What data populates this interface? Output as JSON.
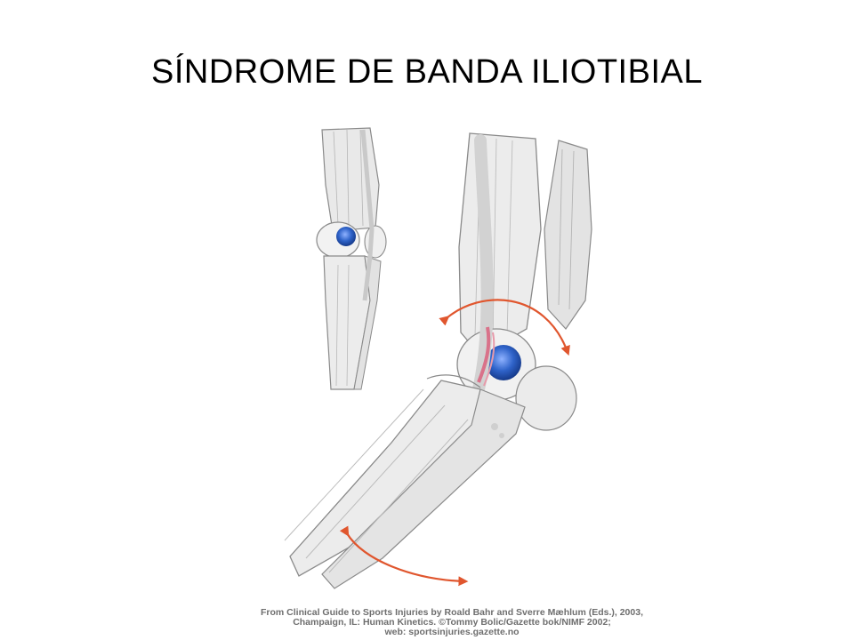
{
  "slide": {
    "title": "SÍNDROME DE BANDA ILIOTIBIAL"
  },
  "credit": {
    "line1": "From Clinical Guide to Sports Injuries by Roald Bahr and Sverre Mæhlum (Eds.), 2003,",
    "line2": "Champaign, IL: Human Kinetics. ©Tommy Bolic/Gazette bok/NIMF 2002;",
    "line3": "web: sportsinjuries.gazette.no"
  },
  "colors": {
    "arrow": "#e0562e",
    "bone": "#ececec",
    "bone_outline": "#8a8a8a",
    "tendon": "#d8d8d8",
    "joint_blue": "#2f63c9",
    "friction_red": "#d9728a"
  },
  "illustration": {
    "subject": "knee-iliotibial-band-anatomy"
  }
}
